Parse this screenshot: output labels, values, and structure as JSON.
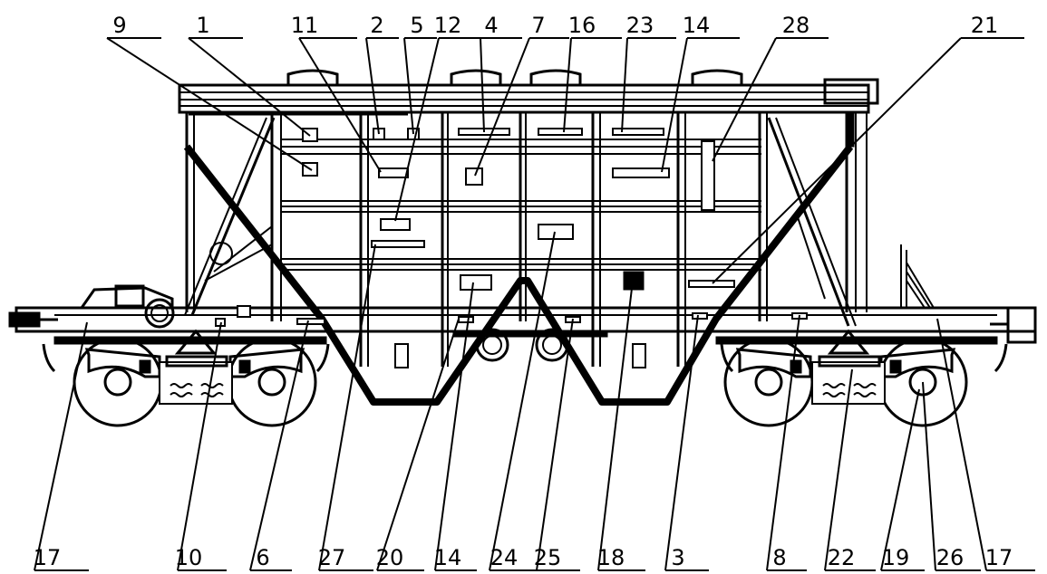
{
  "figure": {
    "labels_top": [
      "9",
      "1",
      "11",
      "2",
      "5",
      "12",
      "4",
      "7",
      "16",
      "23",
      "14",
      "28",
      "21"
    ],
    "labels_bottom": [
      "17",
      "10",
      "6",
      "27",
      "20",
      "14",
      "24",
      "25",
      "18",
      "3",
      "8",
      "22",
      "19",
      "26",
      "17"
    ]
  }
}
